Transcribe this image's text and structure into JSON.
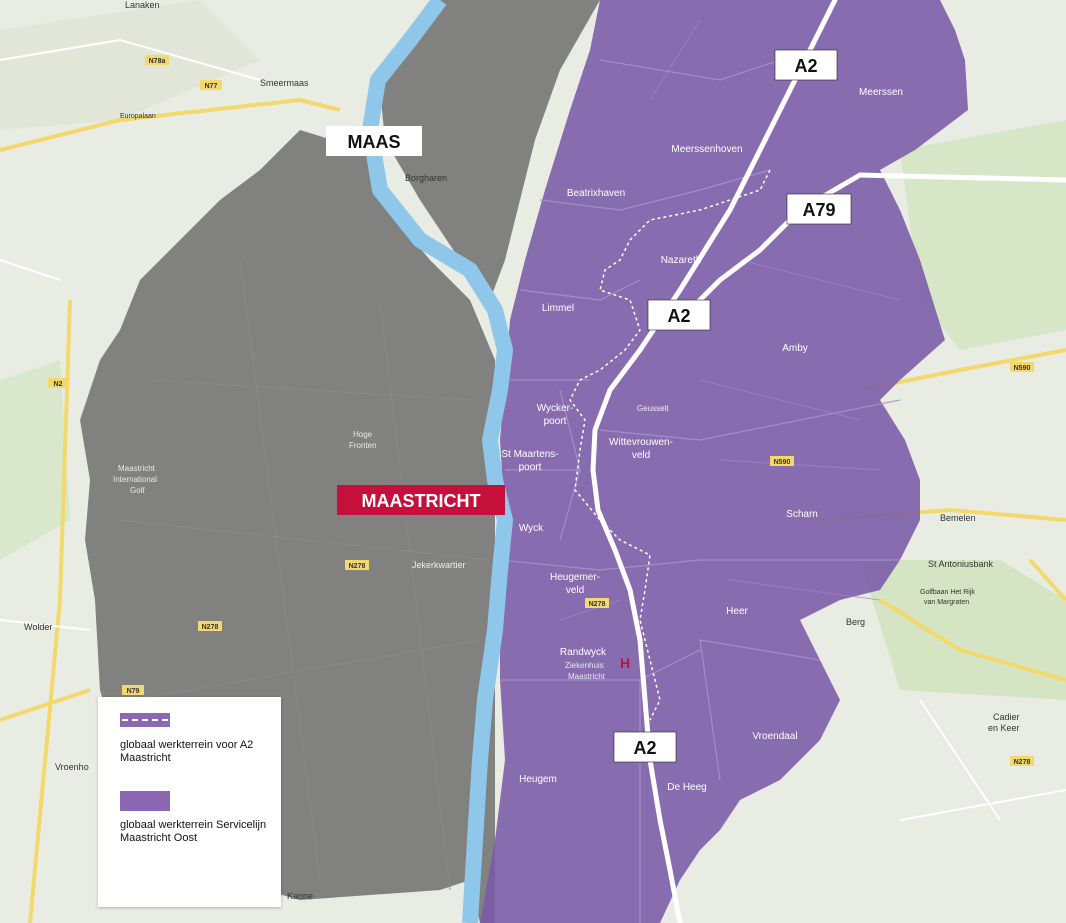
{
  "colors": {
    "purple_area": "#7a5aa8",
    "grey_area": "#6f6f6f",
    "river": "#8ec7ea",
    "highway": "#ffffff",
    "city_badge": "#c4103a",
    "background_map": "#e9ece2"
  },
  "river_label": "MAAS",
  "city_label": "MAASTRICHT",
  "highway_labels": {
    "a2_north": "A2",
    "a79": "A79",
    "a2_mid": "A2",
    "a2_south": "A2"
  },
  "districts": {
    "meerssen": "Meerssen",
    "meerssenhoven": "Meerssenhoven",
    "beatrixhaven": "Beatrixhaven",
    "nazareth": "Nazareth",
    "limmel": "Limmel",
    "amby": "Amby",
    "wyckerpoort_1": "Wycker-",
    "wyckerpoort_2": "poort",
    "wittevrouwenveld_1": "Wittevrouwen-",
    "wittevrouwenveld_2": "veld",
    "stmaartenspoort_1": "St Maartens-",
    "stmaartenspoort_2": "poort",
    "scharn": "Scharn",
    "wyck": "Wyck",
    "heugemerveld_1": "Heugemer-",
    "heugemerveld_2": "veld",
    "heer": "Heer",
    "randwyck": "Randwyck",
    "vroendaal": "Vroendaal",
    "heugem": "Heugem",
    "deheeg": "De Heeg"
  },
  "basemap_places": {
    "lanaken": "Lanaken",
    "smeermaas": "Smeermaas",
    "borgharen": "Borgharen",
    "europalaan": "Europalaan",
    "bemelen": "Bemelen",
    "stantoniusbank": "St Antoniusbank",
    "berg": "Berg",
    "golfbaan_1": "Golfbaan Het Rijk",
    "golfbaan_2": "van Margraten",
    "cadier_1": "Cadier",
    "cadier_2": "en Keer",
    "kanne": "Kanne",
    "wolder": "Wolder",
    "vroenhoven": "Vroenho",
    "mestricht_golf_1": "Maastricht",
    "mestricht_golf_2": "International",
    "mestricht_golf_3": "Golf",
    "hoge_fronten_1": "Hoge",
    "hoge_fronten_2": "Fronten",
    "jekerkwartier": "Jekerkwartier",
    "geusselt": "Geusselt",
    "zeikenhuis_1": "Ziekenhuis",
    "zeikenhuis_2": "Maastricht"
  },
  "road_shields": {
    "n78a": "N78a",
    "n77": "N77",
    "n2": "N2",
    "n278_w": "N278",
    "n278_c": "N278",
    "n79": "N79",
    "n590": "N590",
    "n278_e": "N278",
    "n590_b": "N590",
    "n278_s": "N278"
  },
  "legend": {
    "dashed_title": "globaal werkterrein voor A2 Maastricht",
    "solid_title": "globaal werkterrein Servicelijn Maastricht Oost"
  }
}
